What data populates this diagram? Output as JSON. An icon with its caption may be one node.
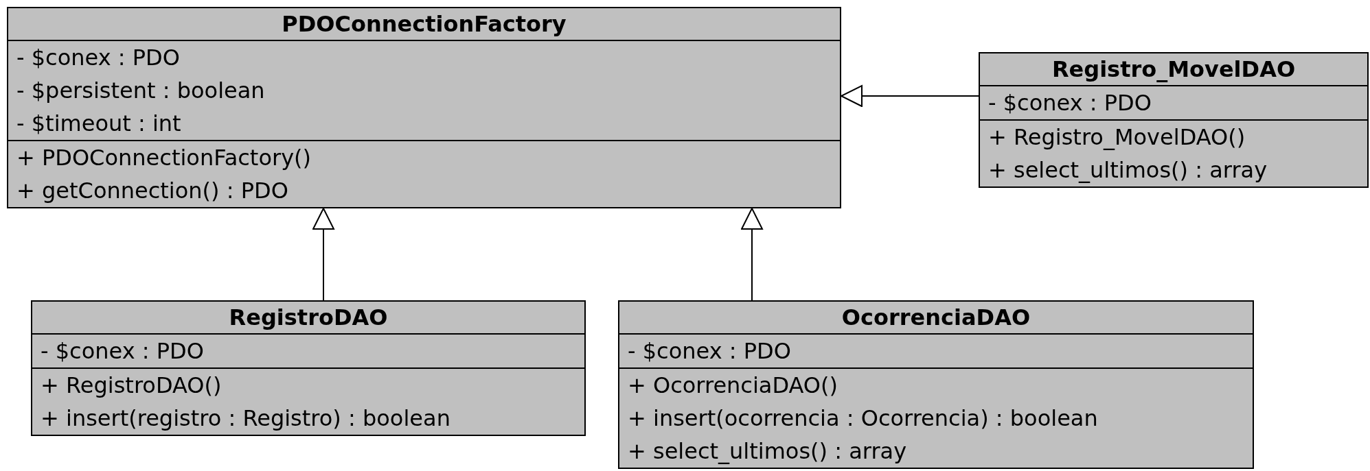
{
  "diagram": {
    "nodes": [
      {
        "text": [
          "PDOConnectionFactory"
        ]
      },
      {
        "text": [
          "- $conex : PDO",
          "- $persistent : boolean",
          "- $timeout : int"
        ],
        "in": 0
      },
      {
        "text": [
          "+ PDOConnectionFactory()",
          "+ getConnection() : PDO"
        ],
        "in": 0
      },
      {
        "text": [
          "Registro_MovelDAO"
        ]
      },
      {
        "text": [
          "- $conex : PDO"
        ],
        "in": 3
      },
      {
        "text": [
          "+ Registro_MovelDAO()",
          "+ select_ultimos() : array"
        ],
        "in": 3
      },
      {
        "text": [
          "RegistroDAO"
        ]
      },
      {
        "text": [
          "- $conex : PDO"
        ],
        "in": 6
      },
      {
        "text": [
          "+ RegistroDAO()",
          "+ insert(registro : Registro) : boolean"
        ],
        "in": 6
      },
      {
        "text": [
          "OcorrenciaDAO"
        ]
      },
      {
        "text": [
          "- $conex : PDO"
        ],
        "in": 9
      },
      {
        "text": [
          "+ OcorrenciaDAO()",
          "+ insert(ocorrencia : Ocorrencia) : boolean",
          "+ select_ultimos() : array"
        ],
        "in": 9
      }
    ],
    "edges": [
      {
        "from": 3,
        "to": 0,
        "arrow": "to"
      },
      {
        "from": 6,
        "to": 0,
        "arrow": "to"
      },
      {
        "from": 9,
        "to": 0,
        "arrow": "to"
      }
    ]
  }
}
